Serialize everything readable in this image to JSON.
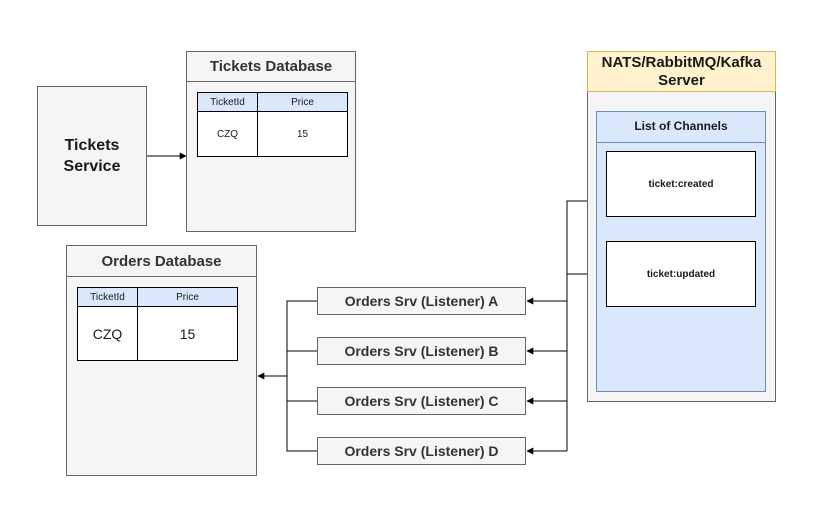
{
  "tickets_service": {
    "label": "Tickets\nService"
  },
  "tickets_db": {
    "title": "Tickets Database",
    "columns": [
      "TicketId",
      "Price"
    ],
    "row": [
      "CZQ",
      "15"
    ]
  },
  "orders_db": {
    "title": "Orders Database",
    "columns": [
      "TicketId",
      "Price"
    ],
    "row": [
      "CZQ",
      "15"
    ]
  },
  "server": {
    "title": "NATS/RabbitMQ/Kafka\nServer",
    "channels_title": "List of Channels",
    "channels": [
      "ticket:created",
      "ticket:updated"
    ]
  },
  "listeners": [
    "Orders Srv (Listener) A",
    "Orders Srv (Listener) B",
    "Orders Srv (Listener) C",
    "Orders Srv (Listener) D"
  ],
  "colors": {
    "service_fill": "#f5f5f5",
    "table_header_fill": "#dae8fc",
    "server_header_fill": "#fff2cc",
    "server_header_border": "#d6b656",
    "channels_fill": "#dae8fc"
  }
}
